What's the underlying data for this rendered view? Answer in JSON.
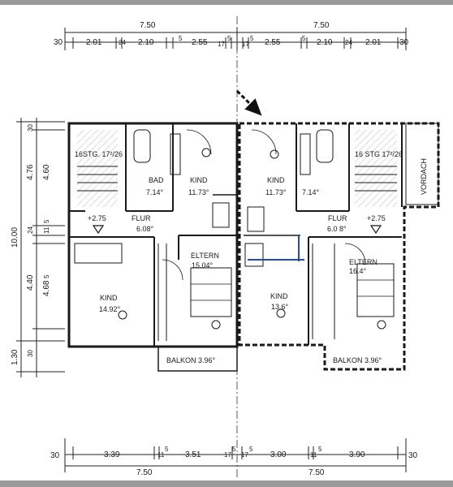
{
  "dimensions": {
    "top_totals": [
      "7.50",
      "7.50"
    ],
    "top_segments": [
      "30",
      "2.01",
      "24",
      "2.10",
      "5",
      "2.55",
      "5",
      "17",
      "17",
      "5",
      "2.55",
      "5",
      "2.10",
      "24",
      "2.01",
      "30"
    ],
    "bottom_segments": [
      "30",
      "3.39",
      "11",
      "5",
      "3.51",
      "17",
      "5",
      "17",
      "5",
      "3.00",
      "11",
      "5",
      "3.90",
      "30"
    ],
    "bottom_totals": [
      "7.50",
      "7.50"
    ],
    "left_outer": [
      "10.00",
      "1.30"
    ],
    "left_inner": [
      "4.76",
      "4.60",
      "24",
      "11",
      "5",
      "4.40",
      "4.68",
      "5",
      "30",
      "30"
    ]
  },
  "rooms_left": {
    "stair": "16STG. 17²/26",
    "bad": "BAD",
    "bad_area": "7.14°",
    "kind1": "KIND",
    "kind1_area": "11.73°",
    "level": "+2.75",
    "flur": "FLUR",
    "flur_area": "6.08°",
    "eltern": "ELTERN",
    "eltern_area": "15.04°",
    "kind2": "KIND",
    "kind2_area": "14.92°",
    "balkon": "BALKON 3.96°"
  },
  "rooms_right": {
    "kind1": "KIND",
    "kind1_area": "11.73°",
    "bad_area": "7.14°",
    "stair": "16 STG 17²/26",
    "vordach": "VORDACH",
    "flur": "FLUR",
    "flur_area": "6.0 8°",
    "level": "+2.75",
    "eltern": "ELTERN",
    "eltern_area": "16.4°",
    "kind2": "KIND",
    "kind2_area": "13.6°",
    "balkon": "BALKON 3.96°"
  },
  "colors": {
    "highlight_line": "#1f4fa8",
    "ink": "#1a1a1a",
    "bar": "#9a9a9a"
  },
  "icons": [
    "arrow-indicator-icon",
    "level-triangle-icon"
  ]
}
